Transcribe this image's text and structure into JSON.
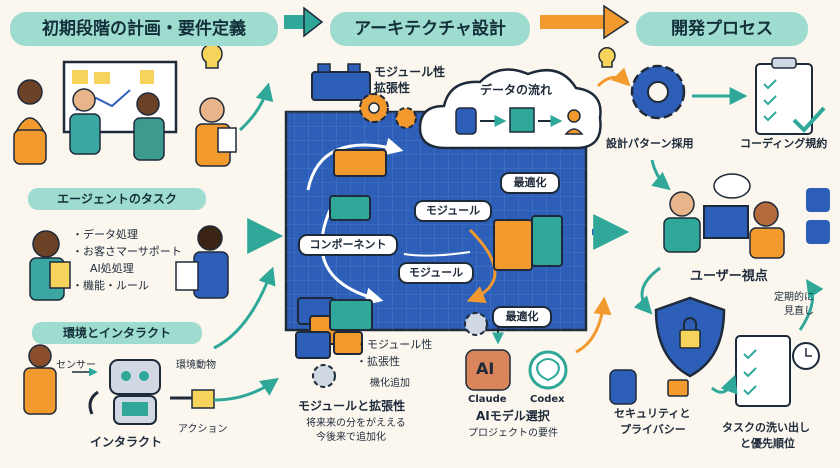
{
  "banners": {
    "planning": "初期段階の計画・要件定義",
    "architecture": "アーキテクチャ設計",
    "development": "開発プロセス"
  },
  "agents": {
    "title": "エージェントのタスク",
    "tasks": [
      "・データ処理",
      "・お客さマーサポート",
      "AI処処理",
      "・機能・ルール"
    ],
    "interact_title": "環境とインタラクト",
    "sensor": "センサー",
    "environment": "環境動物",
    "interact": "インタラクト",
    "action": "アクション"
  },
  "architecture": {
    "modularity": "モジュール性",
    "extensibility": "拡張性",
    "data_flow": "データの流れ",
    "optimize_top": "最適化",
    "module_a": "モジュール",
    "component": "コンポーネント",
    "module_b": "モジュール",
    "optimize_bottom": "最適化",
    "bullets": [
      "・モジュール性",
      "・拡張性"
    ],
    "add_feature": "機化追加",
    "module_title": "モジュールと拡張性",
    "module_note_1": "将来来の分をがええる",
    "module_note_2": "今後来で追加化"
  },
  "ai_models": {
    "claude": "Claude",
    "codex": "Codex",
    "ai_logo": "AI",
    "title": "AIモデル選択",
    "subtitle": "プロジェクトの要件"
  },
  "development": {
    "design_patterns": "設計パターン採用",
    "coding_rules": "コーディング規約",
    "user_view": "ユーザー視点",
    "regular_review_1": "定期的に",
    "regular_review_2": "見直し",
    "security_1": "セキュリティと",
    "security_2": "プライバシー",
    "task_1": "タスクの洗い出し",
    "task_2": "と優先順位"
  },
  "colors": {
    "teal": "#9fdcd0",
    "blueprint": "#2d5fb8",
    "orange": "#f29a2e",
    "navy": "#1e2a3a",
    "cream": "#fbf7ee"
  }
}
